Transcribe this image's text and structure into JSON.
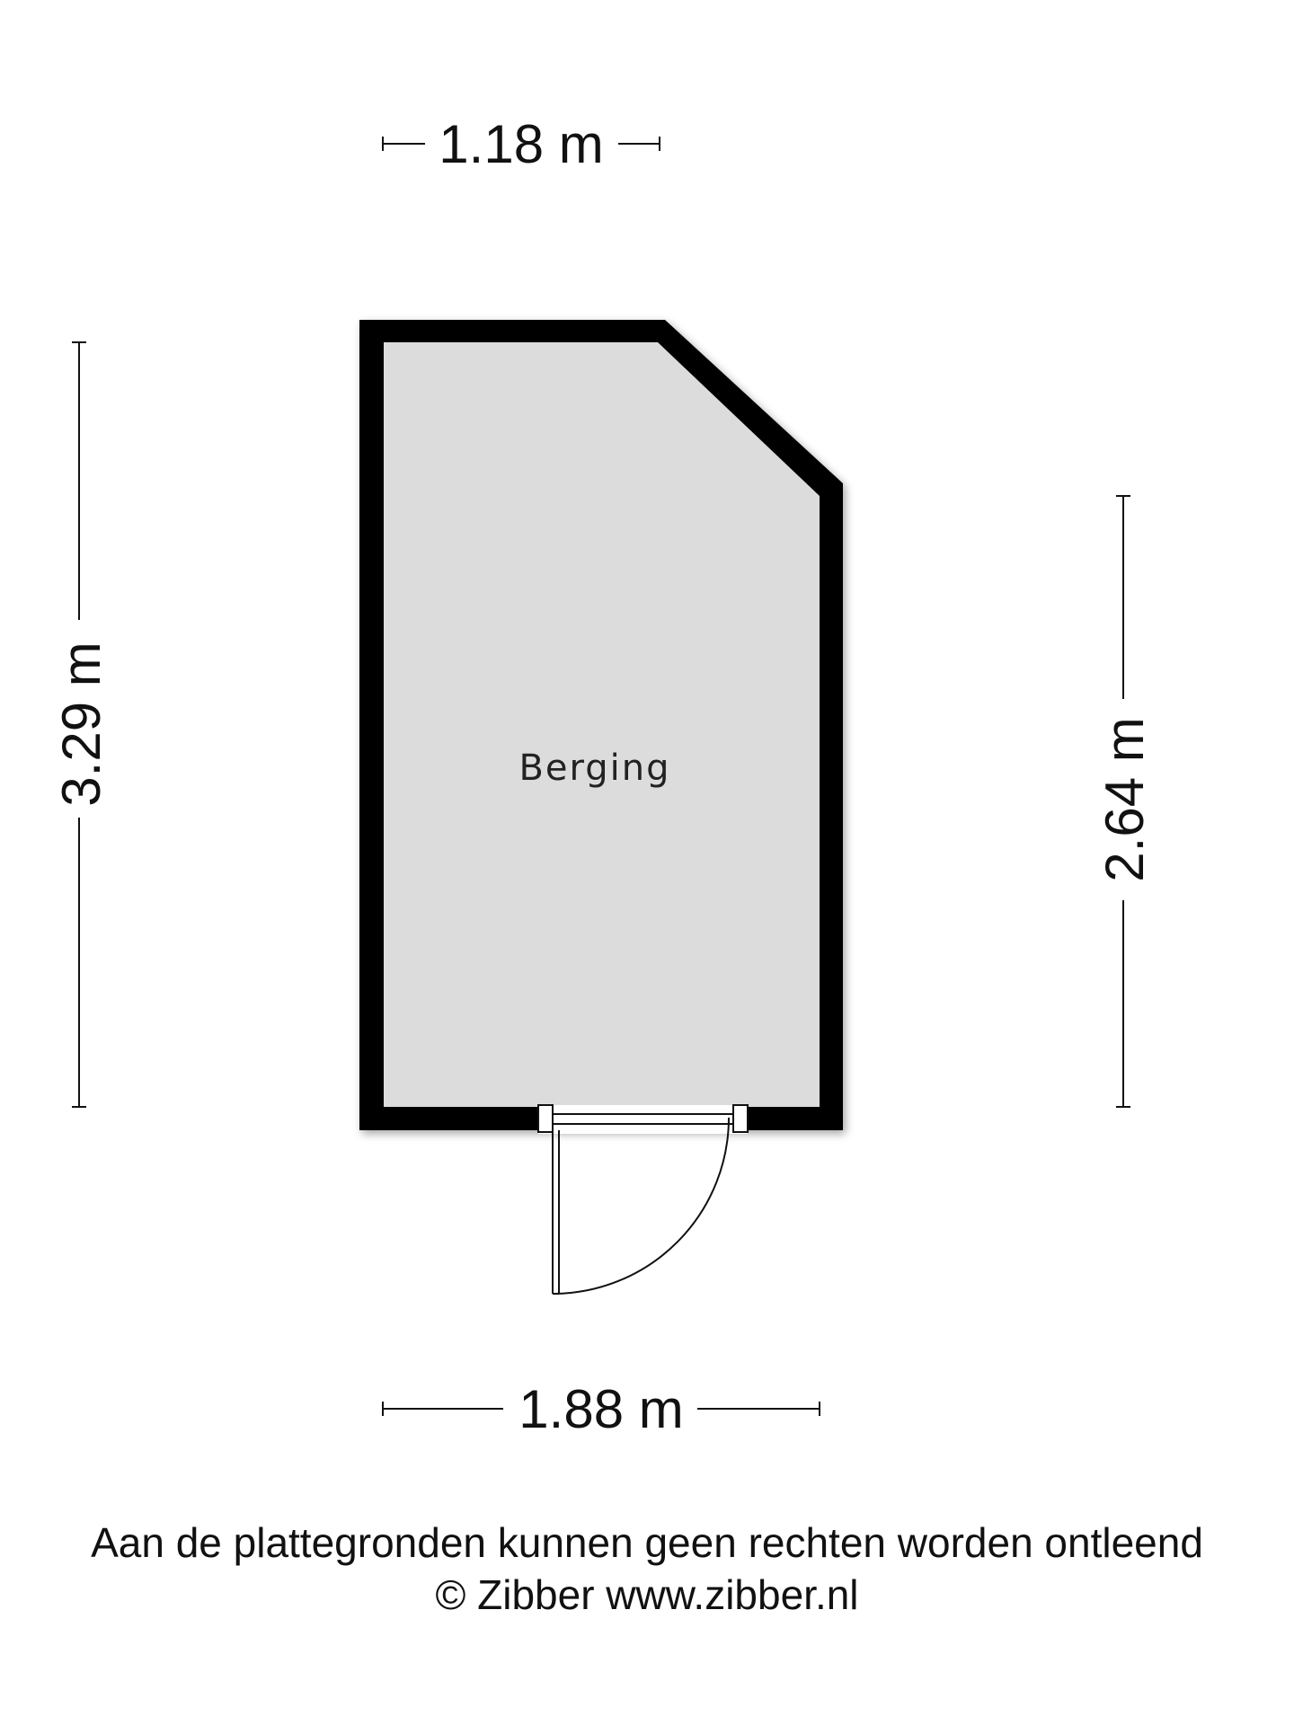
{
  "floorplan": {
    "room_label": "Berging",
    "dimensions": {
      "top": "1.18 m",
      "left": "3.29 m",
      "right": "2.64 m",
      "bottom": "1.88 m"
    }
  },
  "footer": {
    "disclaimer": "Aan de plattegronden kunnen geen rechten worden ontleend",
    "copyright": "© Zibber www.zibber.nl"
  },
  "colors": {
    "wall": "#000000",
    "floor": "#dcdcdc",
    "background": "#ffffff"
  }
}
